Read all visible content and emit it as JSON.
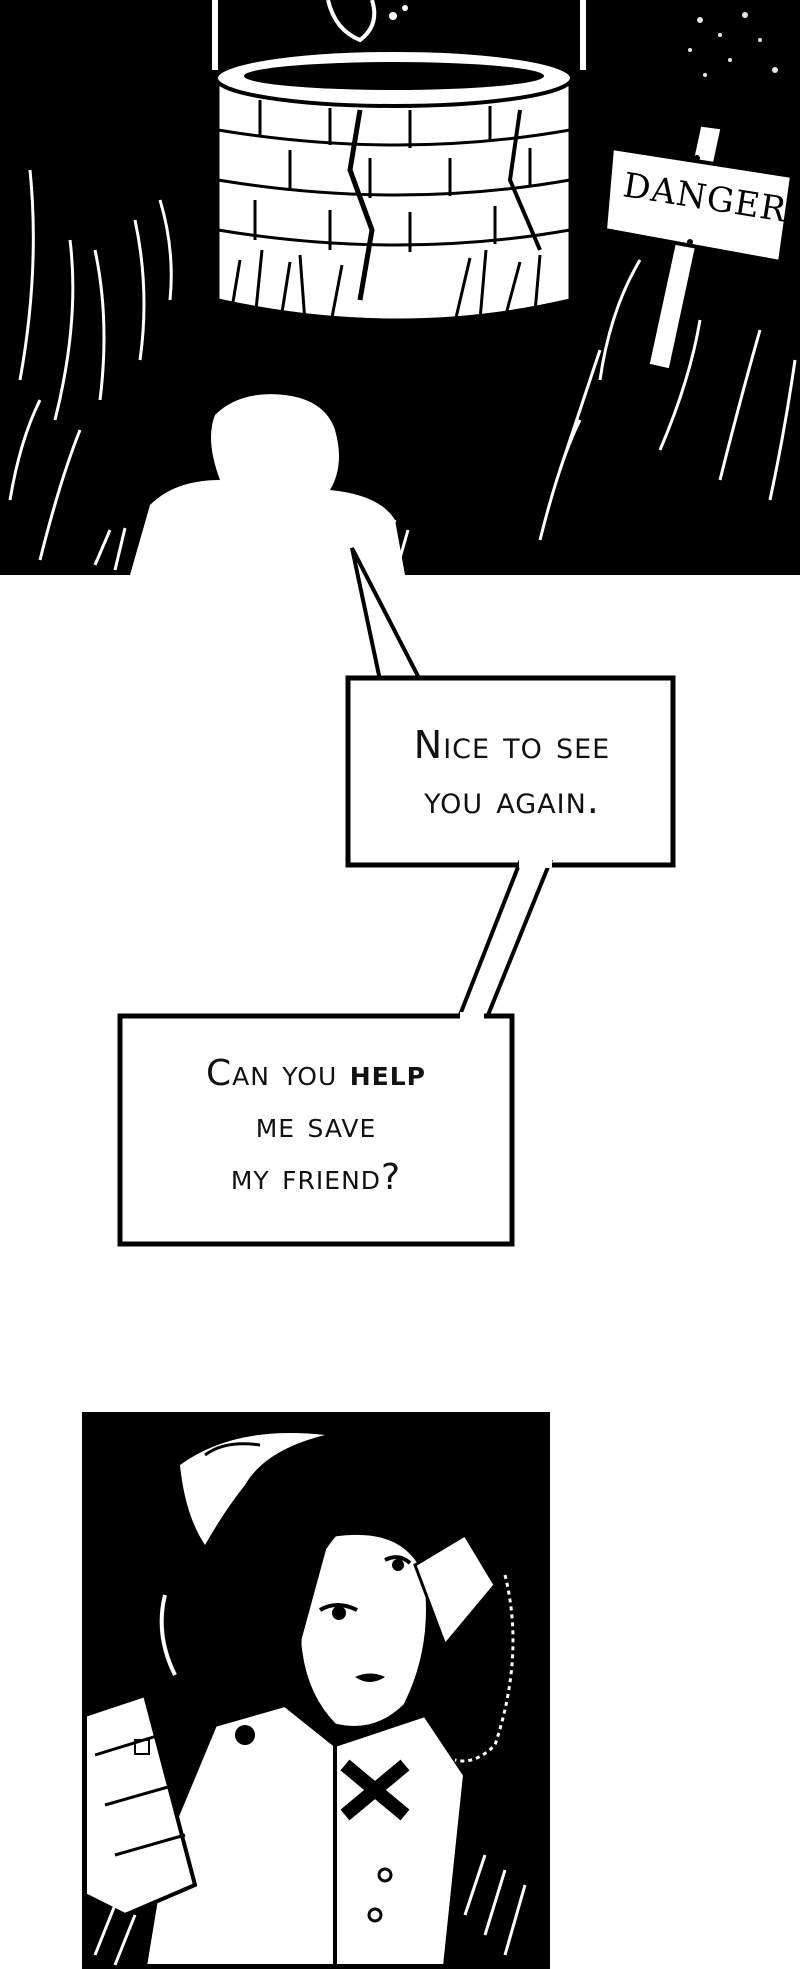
{
  "comic": {
    "sign": {
      "text": "DANGER"
    },
    "bubble1": {
      "line1": "Nice to see",
      "line2": "you again."
    },
    "bubble2": {
      "line1_prefix": "Can you ",
      "line1_bold": "help",
      "line2": "me save",
      "line3": "my friend?"
    }
  },
  "colors": {
    "ink": "#000000",
    "paper": "#ffffff"
  }
}
